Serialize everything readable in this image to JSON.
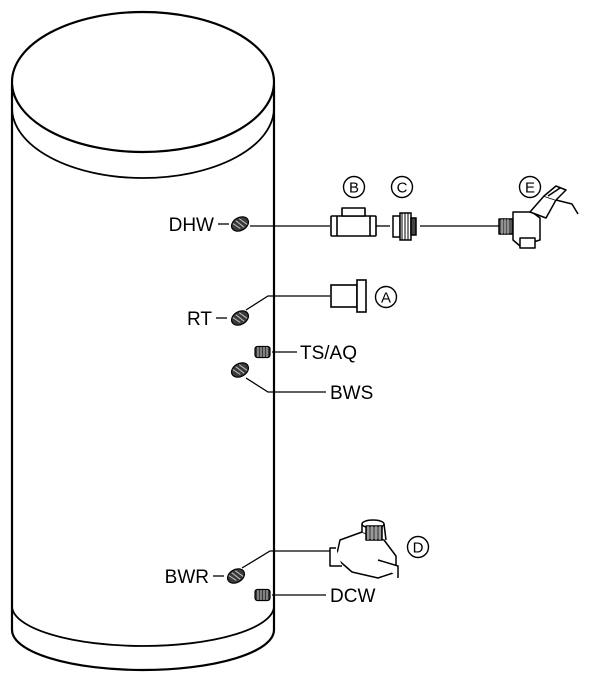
{
  "ports": {
    "dhw": "DHW",
    "rt": "RT",
    "ts_aq": "TS/AQ",
    "bws": "BWS",
    "bwr": "BWR",
    "dcw": "DCW"
  },
  "parts": {
    "a": "A",
    "b": "B",
    "c": "C",
    "d": "D",
    "e": "E"
  }
}
